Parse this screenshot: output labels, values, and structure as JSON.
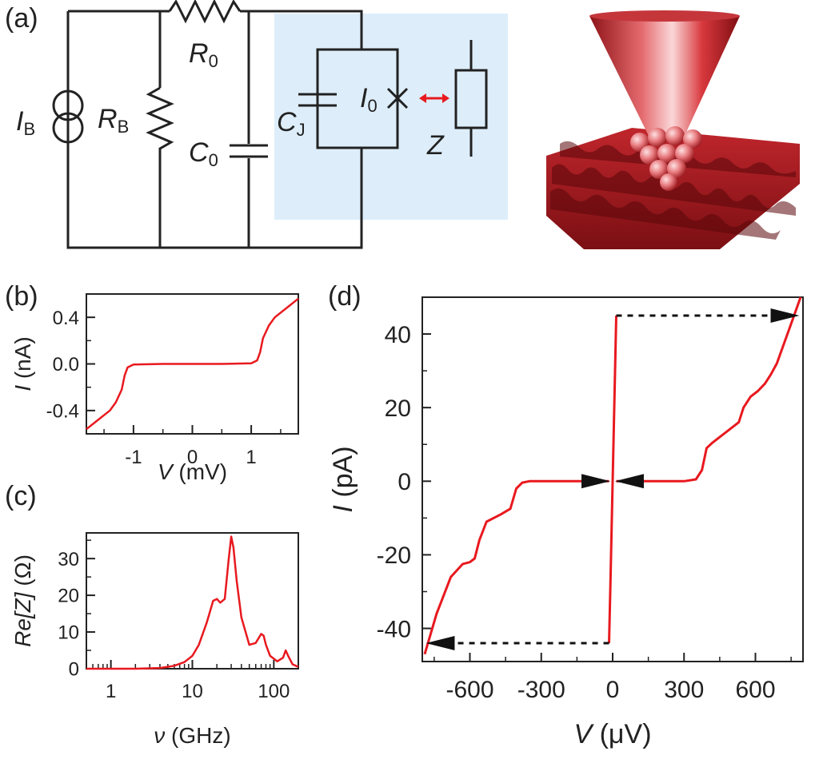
{
  "panel_labels": {
    "a": "(a)",
    "b": "(b)",
    "c": "(c)",
    "d": "(d)"
  },
  "circuit": {
    "I_B": {
      "sym": "I",
      "sub": "B"
    },
    "R_B": {
      "sym": "R",
      "sub": "B"
    },
    "R_0": {
      "sym": "R",
      "sub": "0"
    },
    "C_0": {
      "sym": "C",
      "sub": "0"
    },
    "C_J": {
      "sym": "C",
      "sub": "J"
    },
    "I_0": {
      "sym": "I",
      "sub": "0"
    },
    "Z": "Z"
  },
  "colors": {
    "curve": "#e8191f",
    "highlight": "#ddeefa",
    "ink": "#222222"
  },
  "chart_data": [
    {
      "panel": "b",
      "type": "line",
      "xlabel": {
        "sym": "V",
        "unit": " (mV)"
      },
      "ylabel": {
        "sym": "I",
        "unit": " (nA)"
      },
      "xlim": [
        -1.8,
        1.8
      ],
      "ylim": [
        -0.6,
        0.6
      ],
      "xticks": [
        -1,
        0,
        1
      ],
      "xtick_labels": [
        "-1",
        "0",
        "1"
      ],
      "yticks": [
        -0.4,
        0.0,
        0.4
      ],
      "ytick_labels": [
        "-0.4",
        "0.0",
        "0.4"
      ],
      "x": [
        -1.8,
        -1.4,
        -1.3,
        -1.2,
        -1.15,
        -1.1,
        -1.0,
        -0.5,
        0,
        0.5,
        1.0,
        1.1,
        1.15,
        1.2,
        1.3,
        1.4,
        1.8
      ],
      "y": [
        -0.56,
        -0.4,
        -0.33,
        -0.22,
        -0.1,
        -0.03,
        -0.005,
        0,
        0,
        0,
        0.005,
        0.03,
        0.1,
        0.22,
        0.33,
        0.4,
        0.56
      ]
    },
    {
      "panel": "c",
      "type": "line",
      "xscale": "log",
      "xlabel": {
        "sym": "ν",
        "unit": " (GHz)"
      },
      "ylabel": {
        "sym": "Re[Z]",
        "unit": " (Ω)"
      },
      "xlim": [
        0.5,
        200
      ],
      "ylim": [
        0,
        37
      ],
      "xticks": [
        1,
        10,
        100
      ],
      "xtick_labels": [
        "1",
        "10",
        "100"
      ],
      "yticks": [
        0,
        10,
        20,
        30
      ],
      "ytick_labels": [
        "0",
        "10",
        "20",
        "30"
      ],
      "x": [
        0.5,
        1,
        2,
        4,
        6,
        8,
        10,
        12,
        15,
        18,
        20,
        22,
        25,
        28,
        30,
        32,
        35,
        40,
        50,
        60,
        70,
        75,
        80,
        90,
        110,
        130,
        140,
        150,
        170,
        200
      ],
      "y": [
        0,
        0,
        0,
        0.2,
        0.8,
        1.8,
        3.5,
        6.5,
        12.5,
        18.5,
        19,
        18,
        19,
        30,
        36,
        33,
        24,
        14,
        6.5,
        7,
        9.5,
        9,
        6.5,
        3.5,
        2,
        3,
        5,
        3.5,
        1.2,
        0.5
      ]
    },
    {
      "panel": "d",
      "type": "line",
      "xlabel": {
        "sym": "V",
        "unit": " (μV)"
      },
      "ylabel": {
        "sym": "I",
        "unit": " (pA)"
      },
      "xlim": [
        -800,
        800
      ],
      "ylim": [
        -49,
        50
      ],
      "xticks": [
        -600,
        -300,
        0,
        300,
        600
      ],
      "xtick_labels": [
        "-600",
        "-300",
        "0",
        "300",
        "600"
      ],
      "yticks": [
        -40,
        -20,
        0,
        20,
        40
      ],
      "ytick_labels": [
        "-40",
        "-20",
        "0",
        "20",
        "40"
      ],
      "series": [
        {
          "x": [
            -790,
            -740,
            -680,
            -630,
            -600,
            -580,
            -560,
            -530,
            -470,
            -430,
            -405,
            -380,
            -350,
            -300,
            -50,
            -15
          ],
          "y": [
            -47,
            -36,
            -26,
            -22.5,
            -22,
            -21,
            -16,
            -11,
            -9,
            -7.5,
            -2,
            -0.4,
            0,
            0,
            0,
            0
          ]
        },
        {
          "x": [
            -15,
            -10,
            -5,
            0,
            5,
            10,
            15
          ],
          "y": [
            -44,
            -30,
            -15,
            0,
            15,
            30,
            45
          ]
        },
        {
          "x": [
            15,
            60,
            300,
            350,
            375,
            395,
            420,
            470,
            530,
            550,
            580,
            610,
            640,
            665,
            690,
            740,
            790
          ],
          "y": [
            0,
            0,
            0,
            0.5,
            3,
            9,
            10.5,
            13,
            16,
            20,
            23,
            24.5,
            26.5,
            29,
            32,
            41,
            50
          ]
        }
      ],
      "arrows": [
        {
          "from": [
            15,
            45
          ],
          "to": [
            785,
            45
          ],
          "style": "dashed"
        },
        {
          "from": [
            -15,
            -44
          ],
          "to": [
            -785,
            -44
          ],
          "style": "dashed"
        },
        {
          "from": [
            -120,
            0
          ],
          "to": [
            -10,
            0
          ],
          "style": "solid-head"
        },
        {
          "from": [
            120,
            0
          ],
          "to": [
            10,
            0
          ],
          "style": "solid-head"
        }
      ]
    }
  ]
}
